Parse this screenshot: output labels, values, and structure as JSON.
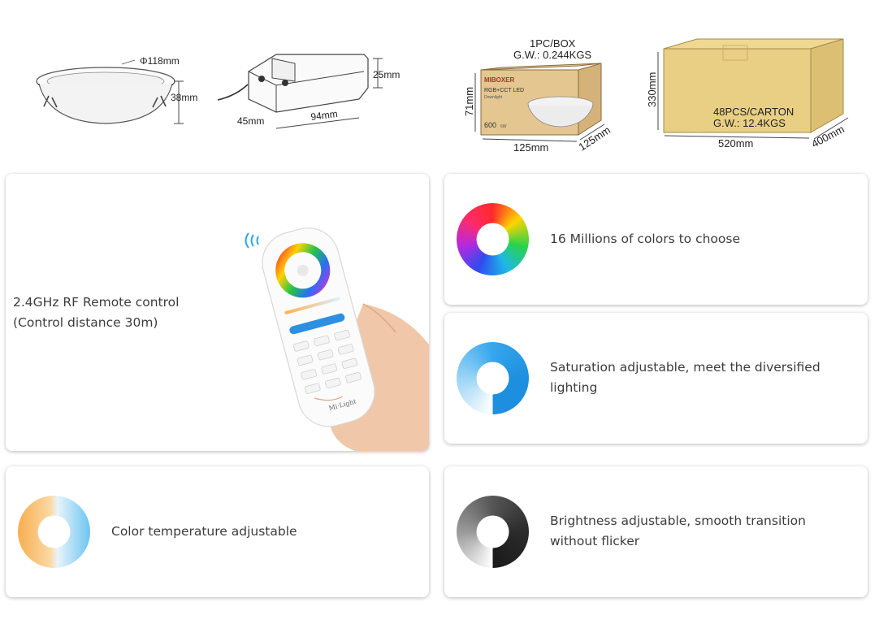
{
  "dimensions": {
    "downlight": {
      "diameter": "Φ118mm",
      "height": "38mm"
    },
    "driver": {
      "height": "25mm",
      "width": "45mm",
      "length": "94mm"
    },
    "box": {
      "qty": "1PC/BOX",
      "gw": "G.W.: 0.244KGS",
      "height": "71mm",
      "width": "125mm",
      "depth": "125mm",
      "brand": "MIBOXER",
      "product": "RGB+CCT LED",
      "subtitle": "Downlight",
      "power": "600",
      "power_unit": "6W"
    },
    "carton": {
      "qty": "48PCS/CARTON",
      "gw": "G.W.: 12.4KGS",
      "height": "330mm",
      "width": "520mm",
      "depth": "400mm"
    }
  },
  "features": {
    "remote": {
      "line1": "2.4GHz RF Remote control",
      "line2": "(Control distance 30m)",
      "brand": "Mi·Light"
    },
    "colors": {
      "text": "16 Millions of colors to choose"
    },
    "saturation": {
      "line1": "Saturation adjustable, meet the diversified",
      "line2": "lighting"
    },
    "temperature": {
      "text": "Color temperature adjustable"
    },
    "brightness": {
      "line1": "Brightness adjustable, smooth transition",
      "line2": "without flicker"
    }
  },
  "colors": {
    "card_shadow": "#bdbdbd",
    "text": "#3c3c3c",
    "cardboard": "#e3c690",
    "carton": "#e9cf83"
  }
}
